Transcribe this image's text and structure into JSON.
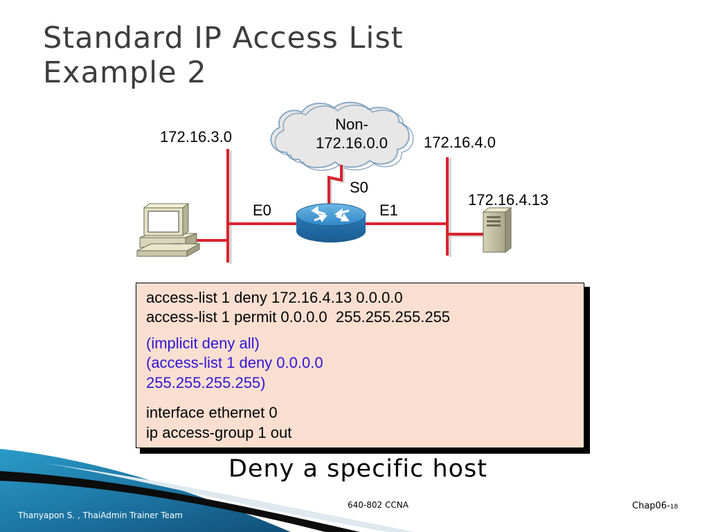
{
  "slide": {
    "title_line1": "Standard IP Access List",
    "title_line2": "Example 2",
    "caption": "Deny a specific host"
  },
  "network": {
    "cloud_label_line1": "Non-",
    "cloud_label_line2": "172.16.0.0",
    "left_network": "172.16.3.0",
    "right_network": "172.16.4.0",
    "host_address": "172.16.4.13",
    "serial_interface": "S0",
    "left_interface": "E0",
    "right_interface": "E1"
  },
  "config": {
    "lines": [
      "access-list 1 deny 172.16.4.13 0.0.0.0",
      "access-list 1 permit 0.0.0.0  255.255.255.255"
    ],
    "implicit_lines": [
      "(implicit deny all)",
      "(access-list 1 deny 0.0.0.0",
      "255.255.255.255)"
    ],
    "interface_lines": [
      "interface ethernet 0",
      "ip access-group 1 out"
    ]
  },
  "footer": {
    "author": "Thanyapon S. , ThaiAdmin Trainer Team",
    "course": "640-802 CCNA",
    "chapter": "Chap06-",
    "page": "18"
  },
  "colors": {
    "network_line": "#d9232e",
    "code_background": "#fadfd1",
    "implicit_text": "#3314d6",
    "router": "#2f86c6",
    "title_text": "#3d3d3d"
  }
}
